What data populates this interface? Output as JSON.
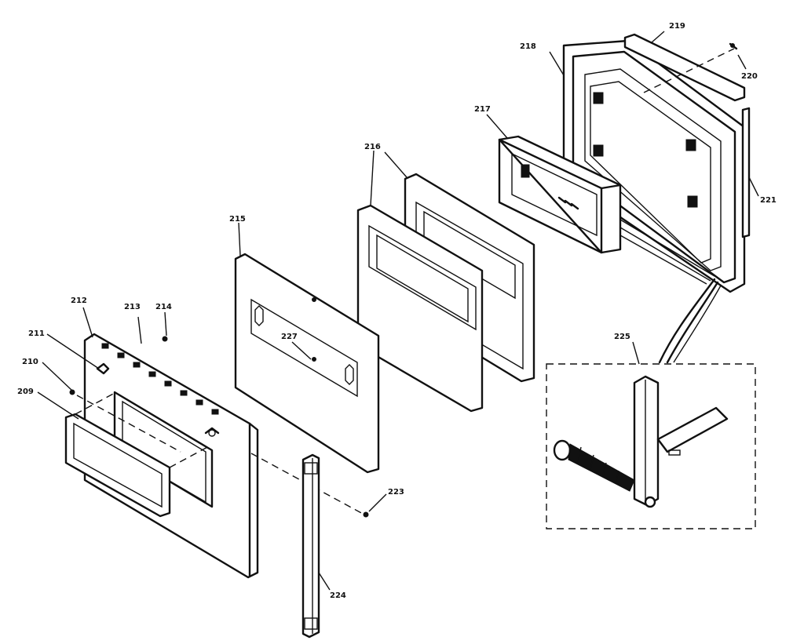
{
  "labels": {
    "l212a": "212",
    "l213": "213",
    "l214": "214",
    "l211": "211",
    "l210": "210",
    "l209": "209",
    "l215": "215",
    "l227": "227",
    "l216": "216",
    "l217": "217",
    "l218": "218",
    "l219": "219",
    "l220": "220",
    "l221": "221",
    "l225": "225",
    "l223": "223",
    "l224": "224"
  }
}
